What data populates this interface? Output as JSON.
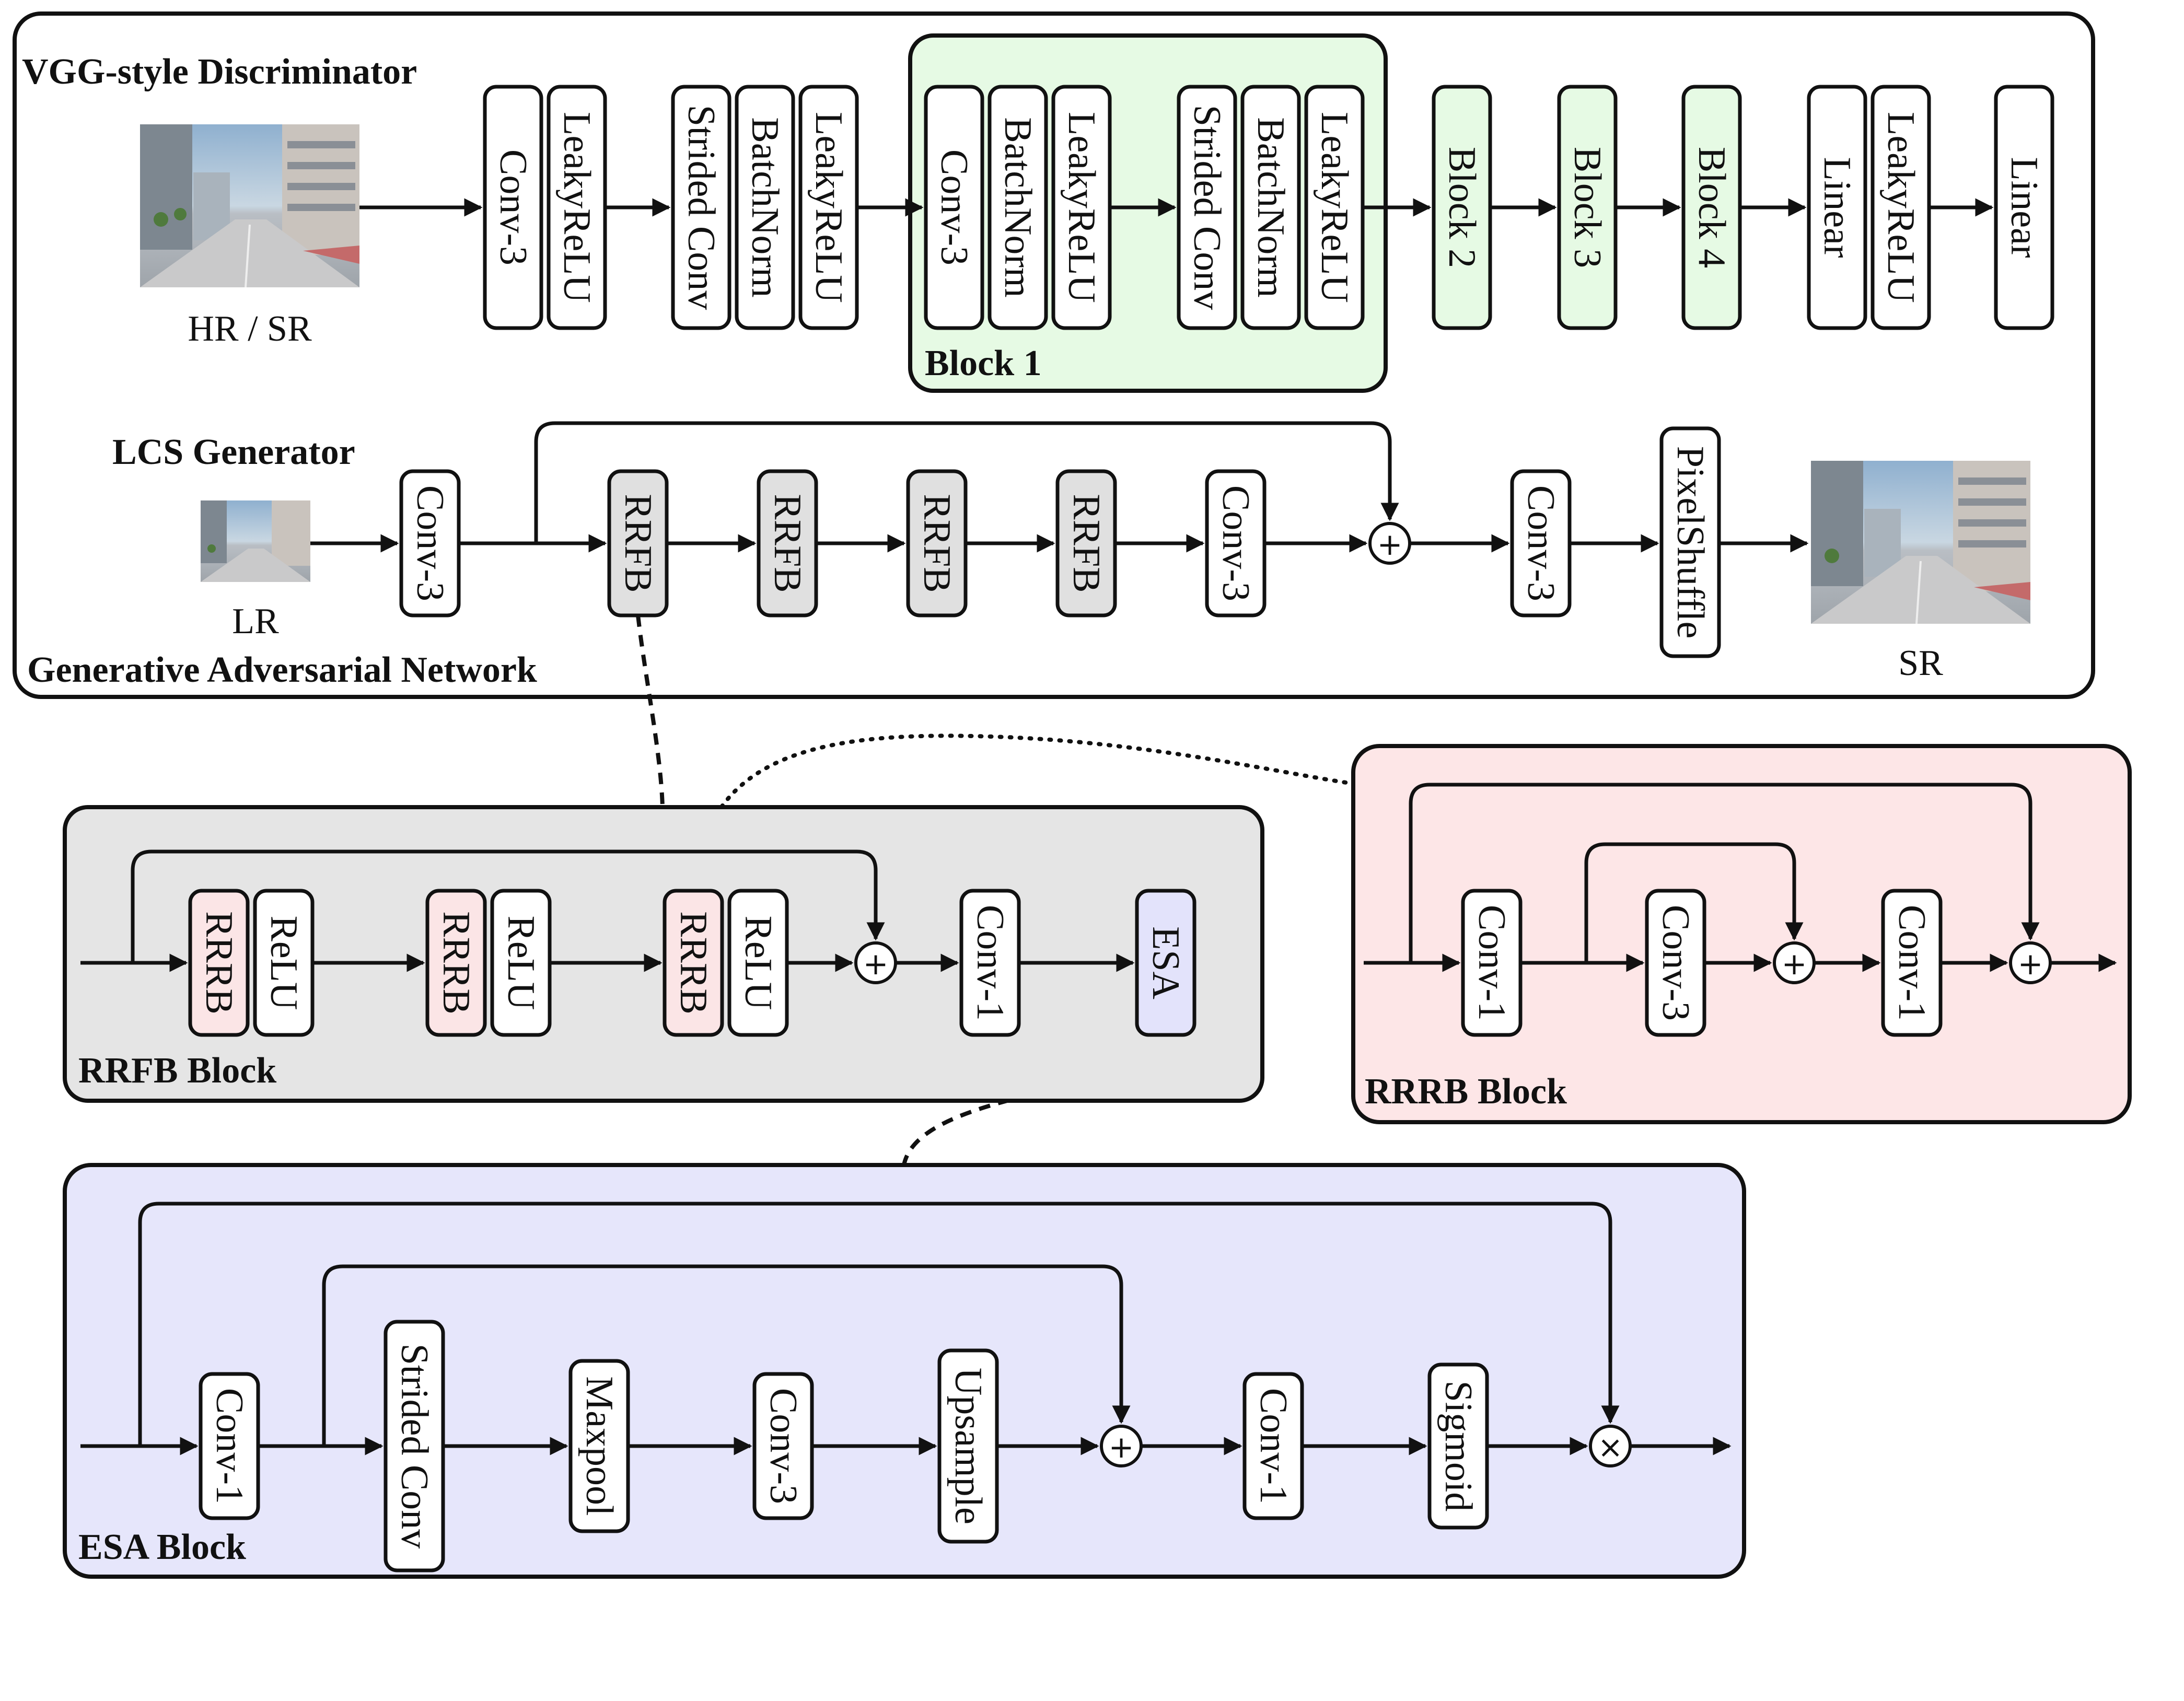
{
  "colors": {
    "green": "#e6fae4",
    "gray": "#e5e5e5",
    "gray_box": "#e0e0e0",
    "pink": "#fde6e7",
    "pink_box": "#fbe5e6",
    "lavender": "#e6e6fb",
    "lavender_box": "#e3e3fb"
  },
  "gan": {
    "section_label": "Generative Adversarial Network",
    "discriminator": {
      "title": "VGG-style Discriminator",
      "input_caption": "HR / SR",
      "layers": [
        "Conv-3",
        "LeakyReLU",
        "Strided Conv",
        "BatchNorm",
        "LeakyReLU"
      ],
      "block1": {
        "label": "Block 1",
        "layers": [
          "Conv-3",
          "BatchNorm",
          "LeakyReLU",
          "Strided Conv",
          "BatchNorm",
          "LeakyReLU"
        ]
      },
      "more_blocks": [
        "Block 2",
        "Block 3",
        "Block 4"
      ],
      "head": [
        "Linear",
        "LeakyReLU",
        "Linear"
      ]
    },
    "generator": {
      "title": "LCS Generator",
      "input_caption": "LR",
      "output_caption": "SR",
      "layers": [
        "Conv-3",
        "RRFB",
        "RRFB",
        "RRFB",
        "RRFB",
        "Conv-3",
        "Conv-3",
        "PixelShuffle"
      ],
      "add_symbol": "+"
    }
  },
  "rrfb_block": {
    "label": "RRFB Block",
    "layers": [
      "RRRB",
      "ReLU",
      "RRRB",
      "ReLU",
      "RRRB",
      "ReLU",
      "Conv-1",
      "ESA"
    ],
    "add_symbol": "+"
  },
  "rrrb_block": {
    "label": "RRRB Block",
    "layers": [
      "Conv-1",
      "Conv-3",
      "Conv-1"
    ],
    "add_symbol": "+"
  },
  "esa_block": {
    "label": "ESA Block",
    "layers": [
      "Conv-1",
      "Strided Conv",
      "Maxpool",
      "Conv-3",
      "Upsample",
      "Conv-1",
      "Sigmoid"
    ],
    "add_symbol": "+",
    "mul_symbol": "×"
  }
}
